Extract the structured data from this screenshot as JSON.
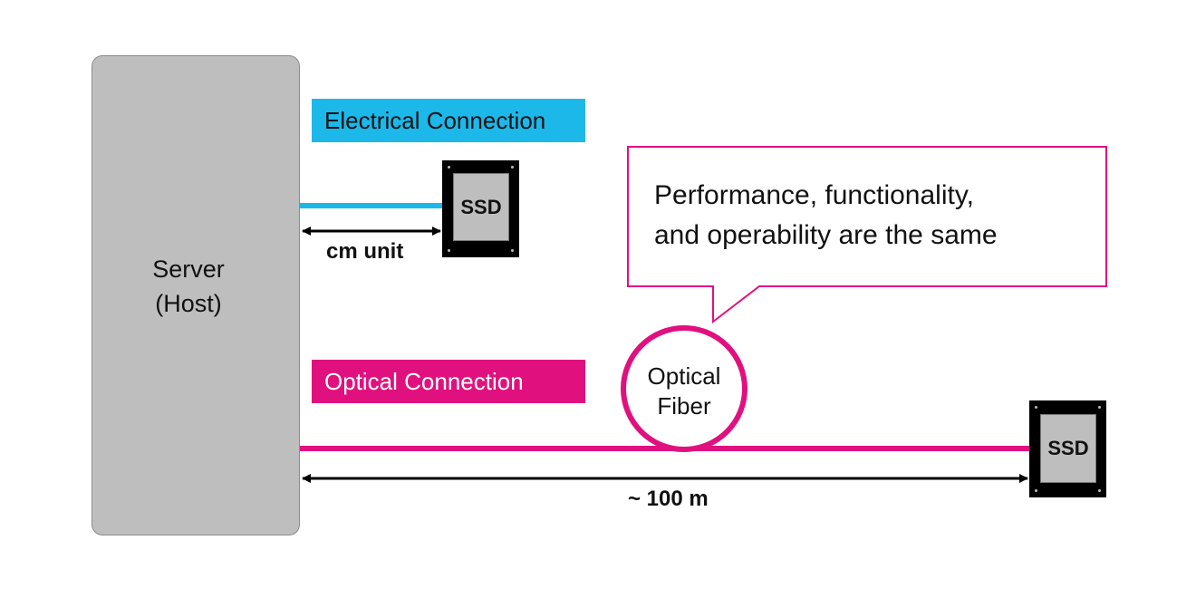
{
  "server": {
    "line1": "Server",
    "line2": "(Host)"
  },
  "electrical": {
    "label": "Electrical Connection",
    "distance_label": "cm unit",
    "color": "#1cb8ea"
  },
  "optical": {
    "label": "Optical Connection",
    "distance_label": "~ 100 m",
    "color": "#e0117f",
    "fiber_line1": "Optical",
    "fiber_line2": "Fiber"
  },
  "ssd": {
    "label": "SSD"
  },
  "callout": {
    "line1": "Performance, functionality,",
    "line2": "and operability are the same",
    "border_color": "#e0117f"
  }
}
